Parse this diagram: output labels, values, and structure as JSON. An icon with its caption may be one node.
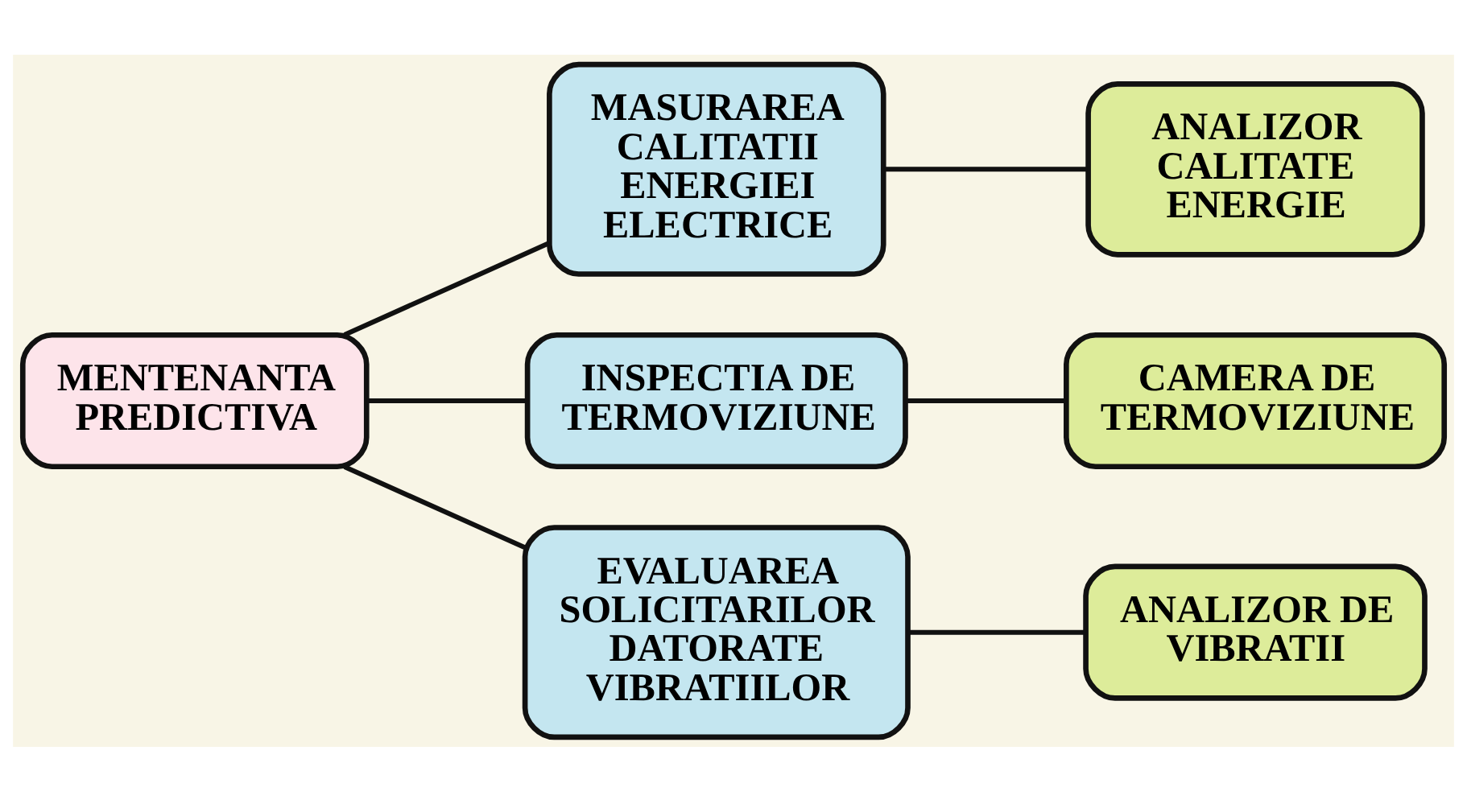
{
  "diagram": {
    "nodes": [
      {
        "text": [
          "MENTENANTA PREDICTIVA"
        ]
      },
      {
        "text": [
          "MASURAREA CALITATII ENERGIEI ELECTRICE"
        ]
      },
      {
        "text": [
          "INSPECTIA DE TERMOVIZIUNE"
        ]
      },
      {
        "text": [
          "EVALUAREA SOLICITARILOR DATORATE VIBRATIILOR"
        ]
      },
      {
        "text": [
          "ANALIZOR CALITATE ENERGIE"
        ]
      },
      {
        "text": [
          "CAMERA DE TERMOVIZIUNE"
        ]
      },
      {
        "text": [
          "ANALIZOR DE VIBRATII"
        ]
      }
    ],
    "edges": [
      {
        "from": 0,
        "to": 1,
        "arrow": "none"
      },
      {
        "from": 0,
        "to": 2,
        "arrow": "none"
      },
      {
        "from": 0,
        "to": 3,
        "arrow": "none"
      },
      {
        "from": 1,
        "to": 4,
        "arrow": "none"
      },
      {
        "from": 2,
        "to": 5,
        "arrow": "none"
      },
      {
        "from": 3,
        "to": 6,
        "arrow": "none"
      }
    ]
  }
}
